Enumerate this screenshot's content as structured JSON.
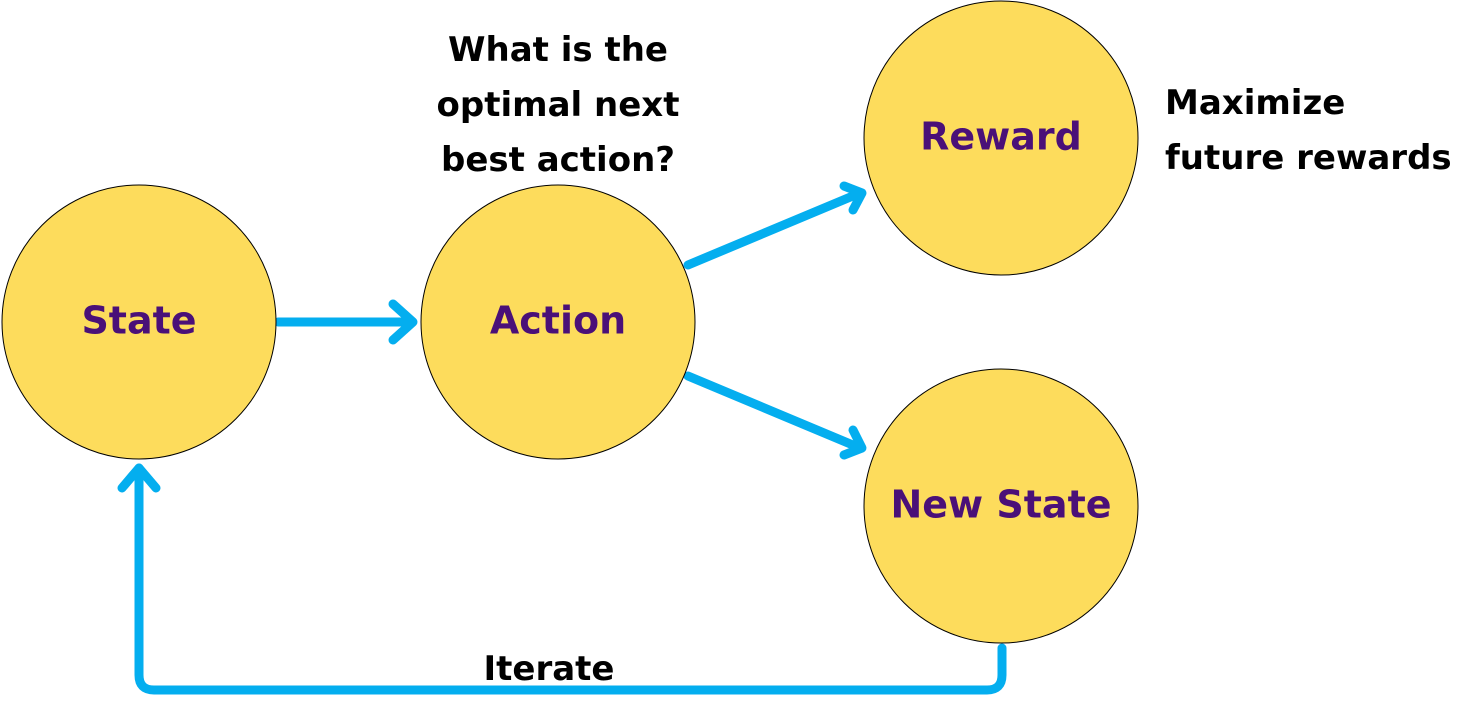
{
  "nodes": {
    "state": "State",
    "action": "Action",
    "reward": "Reward",
    "new_state": "New State"
  },
  "notes": {
    "action_question": [
      "What is the",
      "optimal next",
      "best action?"
    ],
    "reward_note": [
      "Maximize",
      "future rewards"
    ],
    "loop_label": "Iterate"
  },
  "colors": {
    "node_fill": "#FDDC5C",
    "node_text": "#4A1078",
    "arrow": "#04AEEF"
  }
}
